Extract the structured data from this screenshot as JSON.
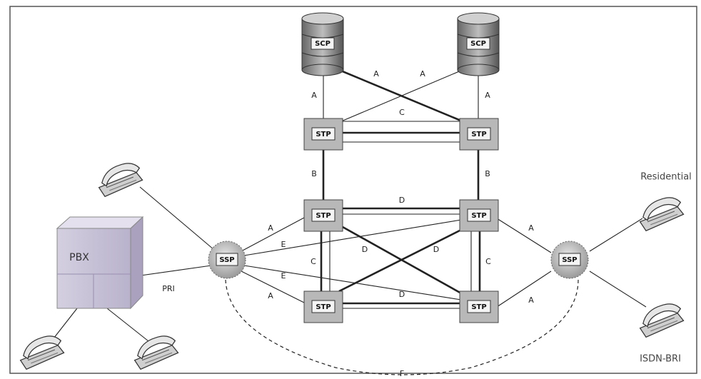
{
  "nodes": {
    "scp_left": "SCP",
    "scp_right": "SCP",
    "stp_top_left": "STP",
    "stp_top_right": "STP",
    "stp_mid_left": "STP",
    "stp_mid_right": "STP",
    "stp_bot_left": "STP",
    "stp_bot_right": "STP",
    "ssp_left": "SSP",
    "ssp_right": "SSP",
    "pbx": "PBX"
  },
  "links": {
    "a_scp_left_down": "A",
    "a_scp_right_down": "A",
    "a_cross_left": "A",
    "a_cross_right": "A",
    "c_top": "C",
    "b_left": "B",
    "b_right": "B",
    "d_top": "D",
    "d_bottom": "D",
    "d_cross_left": "D",
    "d_cross_right": "D",
    "c_left": "C",
    "c_right": "C",
    "e_top": "E",
    "e_bottom": "E",
    "a_ssp_left_top": "A",
    "a_ssp_left_bottom": "A",
    "a_ssp_right_top": "A",
    "a_ssp_right_bottom": "A",
    "f_dashed": "F",
    "pri": "PRI"
  },
  "captions": {
    "residential": "Residential",
    "isdn_bri": "ISDN-BRI"
  }
}
